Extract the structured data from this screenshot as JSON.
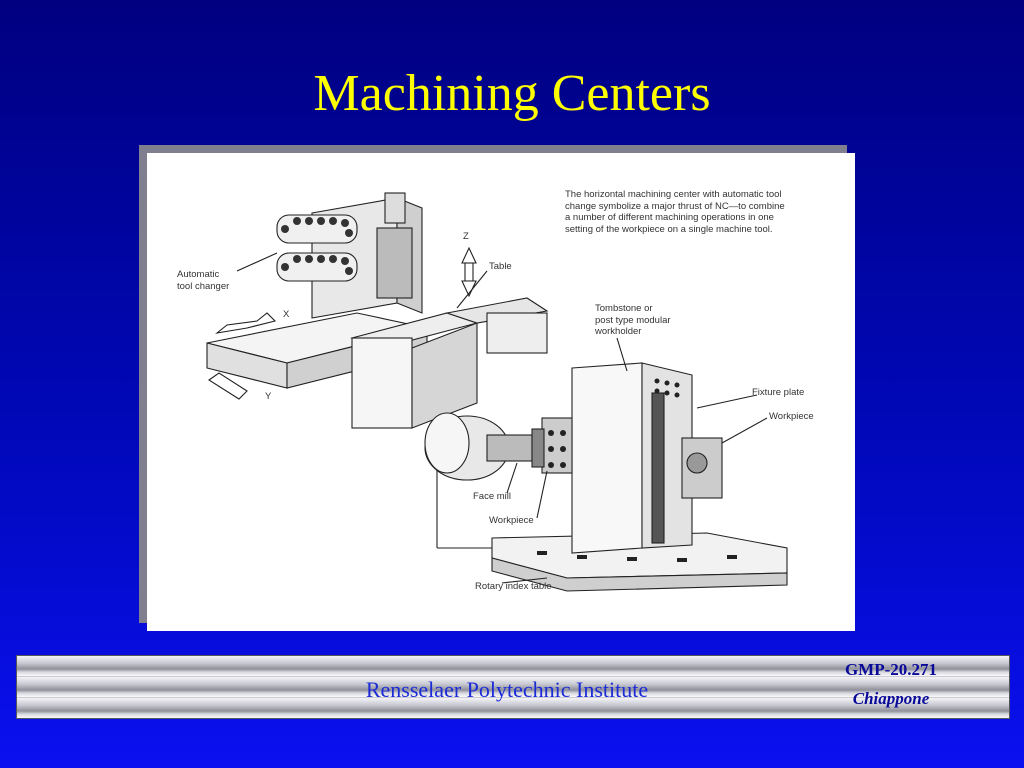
{
  "slide": {
    "title": "Machining Centers"
  },
  "figure": {
    "caption": "The horizontal machining center with automatic tool change symbolize a major thrust of NC—to combine a number of different machining operations in one setting of the workpiece on a single machine tool.",
    "labels": {
      "automatic_tool_changer": "Automatic\ntool changer",
      "table": "Table",
      "tombstone": "Tombstone or\npost type modular\nworkholder",
      "fixture_plate": "Fixture plate",
      "workpiece_right": "Workpiece",
      "face_mill": "Face mill",
      "workpiece_left": "Workpiece",
      "rotary_index_table": "Rotary index table",
      "axis_z": "Z",
      "axis_x": "X",
      "axis_y": "Y"
    }
  },
  "footer": {
    "institution": "Rensselaer Polytechnic Institute",
    "course_code": "GMP-20.271",
    "author": "Chiappone"
  }
}
